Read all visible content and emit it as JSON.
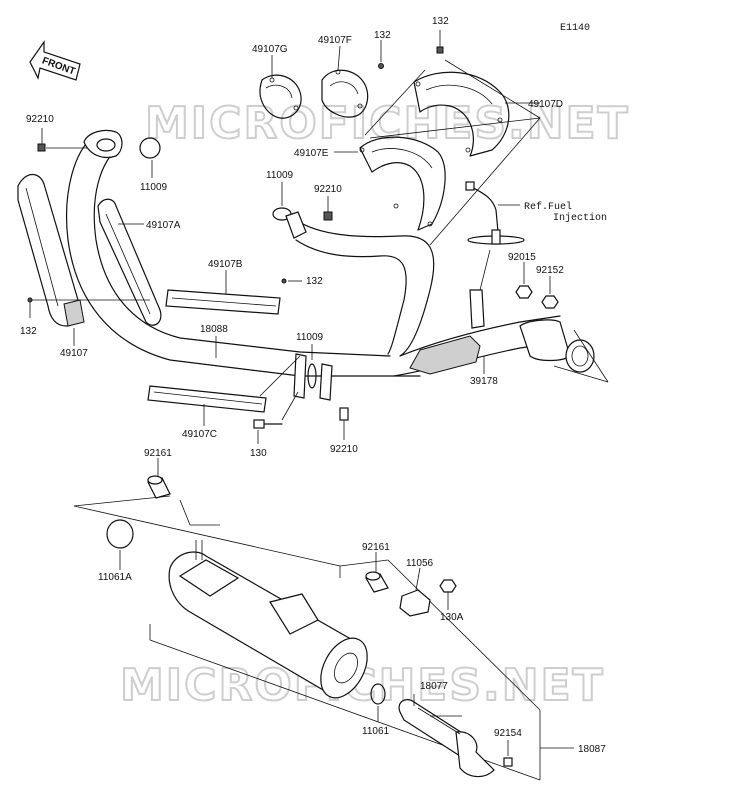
{
  "diagram_code": "E1140",
  "front_label": "FRONT",
  "watermark": "MICROFICHES.NET",
  "reference": {
    "line1": "Ref.Fuel",
    "line2": "Injection"
  },
  "parts": {
    "p132_top": "132",
    "p49107G": "49107G",
    "p49107F": "49107F",
    "p132_f": "132",
    "p49107D": "49107D",
    "p49107E": "49107E",
    "p92210_left": "92210",
    "p11009_left": "11009",
    "p11009_mid": "11009",
    "p92210_mid": "92210",
    "p49107A": "49107A",
    "p49107B": "49107B",
    "p132_b": "132",
    "p92015": "92015",
    "p92152": "92152",
    "p132_left": "132",
    "p49107": "49107",
    "p18088": "18088",
    "p11009_low": "11009",
    "p39178": "39178",
    "p49107C": "49107C",
    "p130": "130",
    "p92210_low": "92210",
    "p92161_top": "92161",
    "p11061A": "11061A",
    "p92161_mid": "92161",
    "p11056": "11056",
    "p130A": "130A",
    "p18077": "18077",
    "p11061": "11061",
    "p92154": "92154",
    "p18087": "18087"
  }
}
